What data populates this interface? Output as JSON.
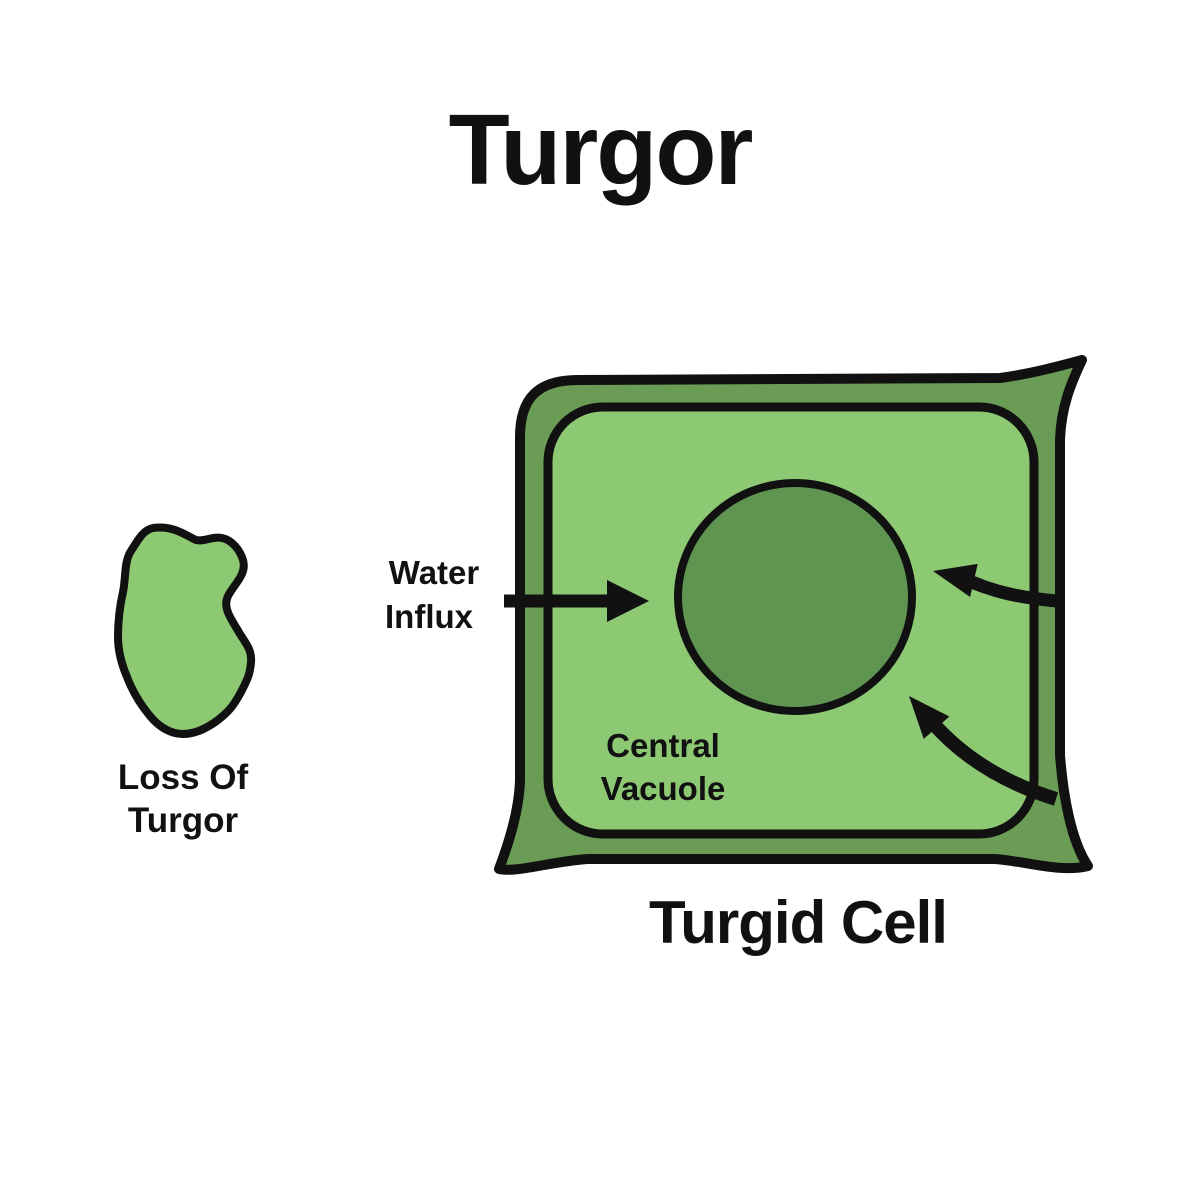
{
  "title": "Turgor",
  "colors": {
    "background": "#FFFFFF",
    "light_green": "#8DC873",
    "wall_green": "#6A9C55",
    "vacuole_green": "#5F9451",
    "outline_black": "#111111"
  },
  "flaccid_figure": {
    "label_line1": "Loss Of",
    "label_line2": "Turgor"
  },
  "turgid_cell": {
    "label": "Turgid Cell",
    "vacuole_label_line1": "Central",
    "vacuole_label_line2": "Vacuole"
  },
  "water_influx": {
    "label_line1": "Water",
    "label_line2": "Influx"
  }
}
